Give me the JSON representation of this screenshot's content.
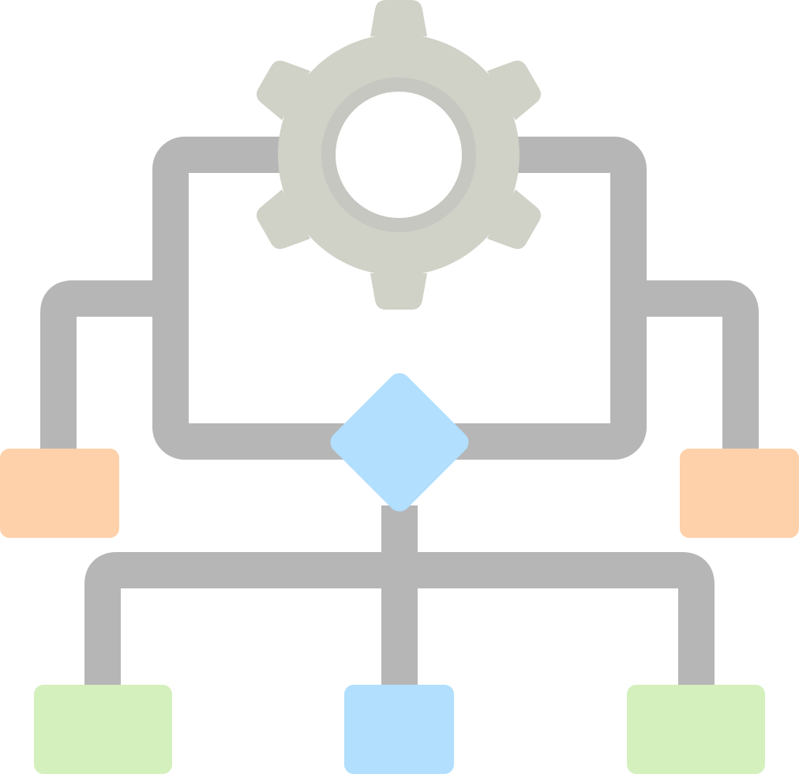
{
  "icon": {
    "name": "workflow-settings-icon",
    "colors": {
      "connector": "#b6b6b6",
      "gear": "#d0d1c7",
      "gear_inner_ring": "#c6c7c0",
      "gear_hole": "#ffffff",
      "decision": "#b1dffd",
      "side_node": "#fed1aa",
      "outer_child_node": "#d4f0bd",
      "center_child_node": "#b1dffd",
      "background": "#ffffff"
    },
    "parts": [
      "gear-icon",
      "decision-diamond",
      "left-side-node",
      "right-side-node",
      "left-child-node",
      "center-child-node",
      "right-child-node"
    ]
  }
}
